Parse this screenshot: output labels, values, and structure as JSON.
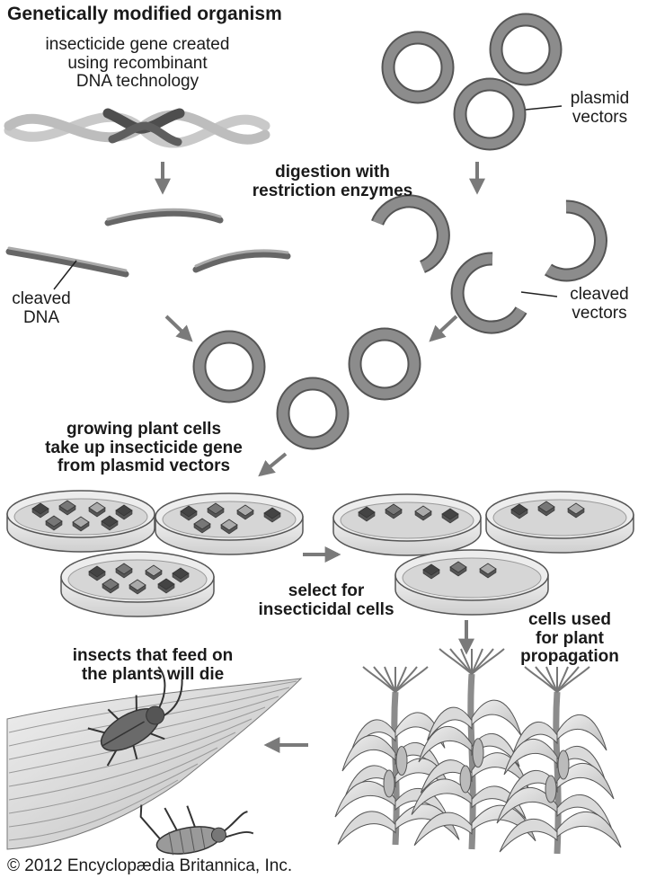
{
  "title": "Genetically modified organism",
  "labels": {
    "insecticide_gene": "insecticide gene created\nusing recombinant\nDNA technology",
    "plasmid_vectors": "plasmid\nvectors",
    "digestion": "digestion with\nrestriction enzymes",
    "cleaved_dna": "cleaved\nDNA",
    "cleaved_vectors": "cleaved\nvectors",
    "uptake": "growing plant cells\ntake up insecticide gene\nfrom plasmid vectors",
    "select": "select for\ninsecticidal cells",
    "propagation": "cells used\nfor plant\npropagation",
    "insects_die": "insects that feed on\nthe plants will die"
  },
  "credit": "© 2012 Encyclopædia Britannica, Inc.",
  "colors": {
    "ring": "#8a8a8a",
    "ring_edge": "#555555",
    "arrow": "#7a7a7a",
    "dna_light": "#bdbdbd",
    "dna_dark": "#555555",
    "dish": "#e4e4e4",
    "leaf": "#e2e2e2",
    "stalk": "#8c8c8c"
  },
  "icons": [
    "dna-helix-icon",
    "plasmid-ring-icon",
    "petri-dish-icon",
    "corn-plant-icon",
    "beetle-icon",
    "arrow-icon"
  ]
}
